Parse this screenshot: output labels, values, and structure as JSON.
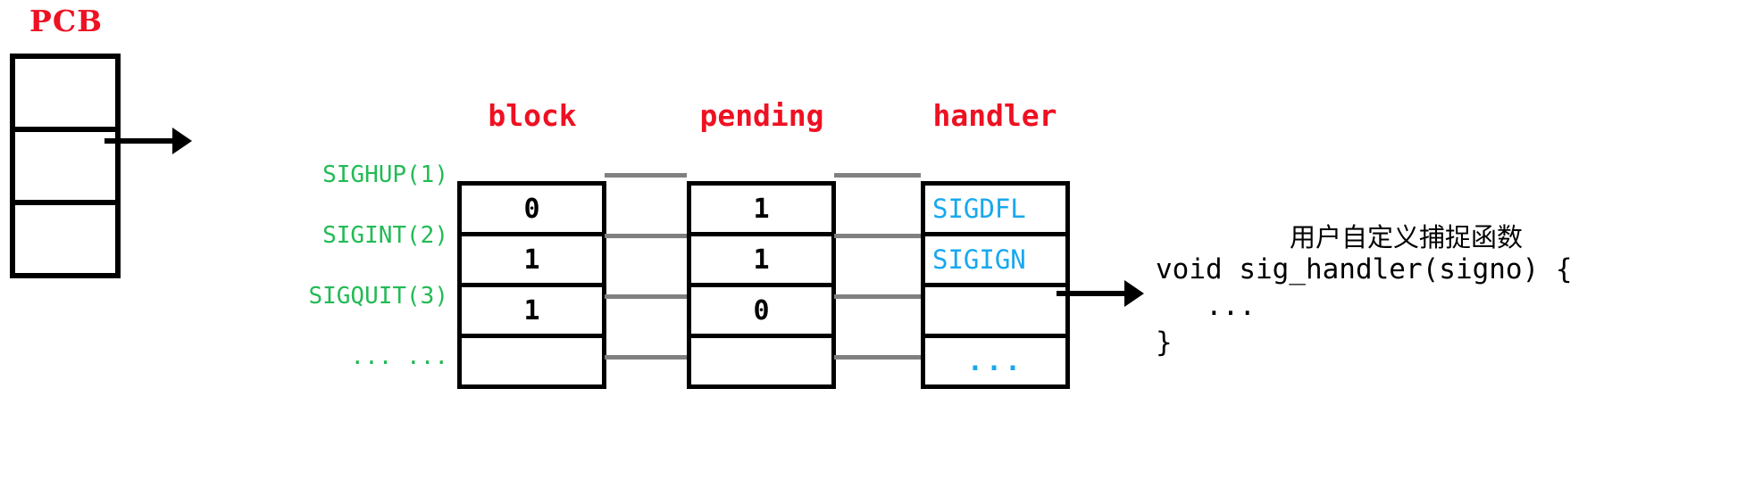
{
  "diagram": {
    "pcb": {
      "title": "PCB",
      "rows": 3,
      "title_color": "#ee1122"
    },
    "signal_labels": [
      "SIGHUP(1)",
      "SIGINT(2)",
      "SIGQUIT(3)",
      "... ..."
    ],
    "signal_label_color": "#22bb55",
    "columns": [
      {
        "header": "block",
        "cells": [
          "0",
          "1",
          "1",
          ""
        ]
      },
      {
        "header": "pending",
        "cells": [
          "1",
          "1",
          "0",
          ""
        ]
      },
      {
        "header": "handler",
        "cells": [
          "SIGDFL",
          "SIGIGN",
          "",
          "..."
        ]
      }
    ],
    "header_color": "#ee1122",
    "handler_value_color": "#18a8ee",
    "connector_color": "#808080",
    "annotation": {
      "caption": "用户自定义捕捉函数",
      "code": [
        "void sig_handler(signo) {",
        "   ...",
        "}"
      ]
    }
  }
}
